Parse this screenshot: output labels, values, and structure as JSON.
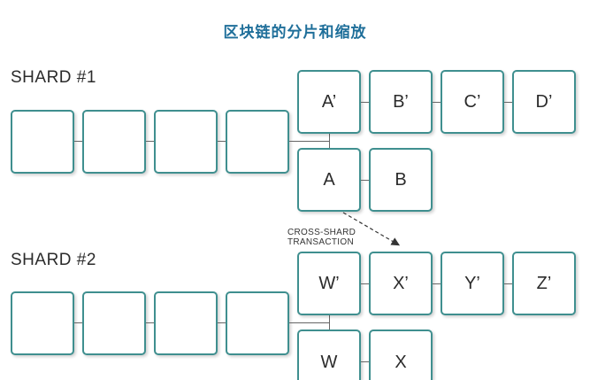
{
  "title": "区块链的分片和缩放",
  "shard1": {
    "label": "SHARD #1",
    "fork_top": [
      "A’",
      "B’",
      "C’",
      "D’"
    ],
    "fork_bottom": [
      "A",
      "B"
    ]
  },
  "shard2": {
    "label": "SHARD #2",
    "fork_top": [
      "W’",
      "X’",
      "Y’",
      "Z’"
    ],
    "fork_bottom": [
      "W",
      "X"
    ]
  },
  "annotation": {
    "line1": "CROSS-SHARD",
    "line2": "TRANSACTION"
  }
}
